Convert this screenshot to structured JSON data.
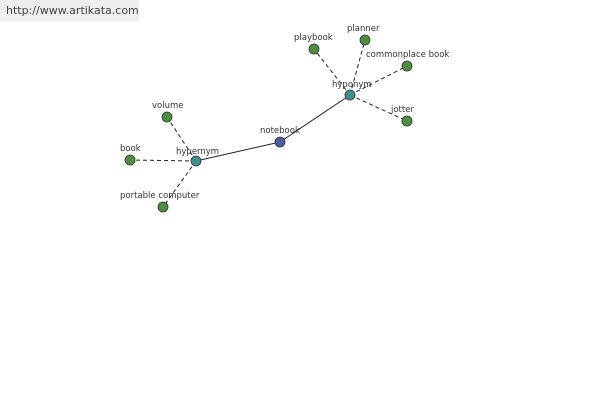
{
  "site_url": "http://www.artikata.com",
  "colors": {
    "center_node": "#4b5aa8",
    "relation_node": "#3f8f8f",
    "leaf_node": "#4c8f3f"
  },
  "nodes": [
    {
      "id": "notebook",
      "label": "notebook",
      "kind": "center"
    },
    {
      "id": "hypernym",
      "label": "hypernym",
      "kind": "relation"
    },
    {
      "id": "hyponym",
      "label": "hyponym",
      "kind": "relation"
    },
    {
      "id": "volume",
      "label": "volume",
      "kind": "leaf"
    },
    {
      "id": "book",
      "label": "book",
      "kind": "leaf"
    },
    {
      "id": "portable_computer",
      "label": "portable computer",
      "kind": "leaf"
    },
    {
      "id": "playbook",
      "label": "playbook",
      "kind": "leaf"
    },
    {
      "id": "planner",
      "label": "planner",
      "kind": "leaf"
    },
    {
      "id": "commonplace_book",
      "label": "commonplace book",
      "kind": "leaf"
    },
    {
      "id": "jotter",
      "label": "jotter",
      "kind": "leaf"
    }
  ],
  "edges": [
    {
      "from": "notebook",
      "to": "hypernym",
      "style": "solid"
    },
    {
      "from": "notebook",
      "to": "hyponym",
      "style": "solid"
    },
    {
      "from": "hypernym",
      "to": "volume",
      "style": "dashed"
    },
    {
      "from": "hypernym",
      "to": "book",
      "style": "dashed"
    },
    {
      "from": "hypernym",
      "to": "portable_computer",
      "style": "dashed"
    },
    {
      "from": "hyponym",
      "to": "playbook",
      "style": "dashed"
    },
    {
      "from": "hyponym",
      "to": "planner",
      "style": "dashed"
    },
    {
      "from": "hyponym",
      "to": "commonplace_book",
      "style": "dashed"
    },
    {
      "from": "hyponym",
      "to": "jotter",
      "style": "dashed"
    }
  ]
}
